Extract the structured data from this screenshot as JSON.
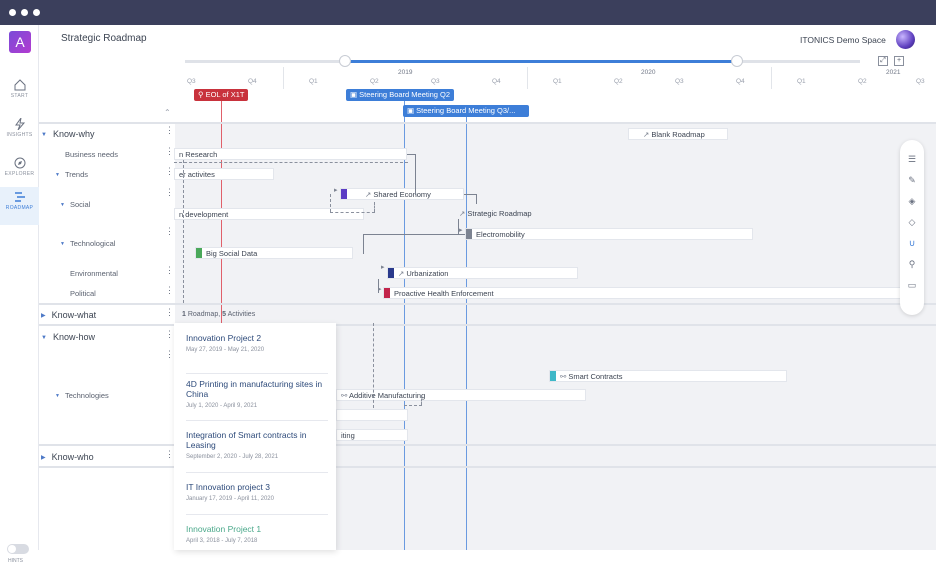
{
  "header": {
    "page_title": "Strategic Roadmap",
    "workspace": "ITONICS Demo Space",
    "logo": "A"
  },
  "sidenav": [
    {
      "label": "START",
      "icon": "home-icon"
    },
    {
      "label": "INSIGHTS",
      "icon": "lightning-icon"
    },
    {
      "label": "EXPLORER",
      "icon": "compass-icon"
    },
    {
      "label": "ROADMAP",
      "icon": "roadmap-icon",
      "active": true
    }
  ],
  "hints_label": "HINTS",
  "timeline": {
    "years": [
      "2019",
      "2020",
      "2021"
    ],
    "quarters": [
      "Q3",
      "Q4",
      "Q1",
      "Q2",
      "Q3",
      "Q4",
      "Q1",
      "Q2",
      "Q3",
      "Q4",
      "Q1",
      "Q2",
      "Q3"
    ],
    "range_fraction_start": 0.237,
    "range_fraction_end": 0.818
  },
  "milestones": [
    {
      "label": "EOL of X1T",
      "color": "#c8323c"
    },
    {
      "label": "Steering Board Meeting Q2",
      "color": "#3d7ed8"
    },
    {
      "label": "Steering Board Meeting Q3/...",
      "color": "#3d7ed8"
    }
  ],
  "groups": {
    "know_why": "Know-why",
    "know_what": "Know-what",
    "know_how": "Know-how",
    "know_who": "Know-who"
  },
  "subrows": {
    "business_needs": "Business needs",
    "trends": "Trends",
    "social": "Social",
    "technological": "Technological",
    "environmental": "Environmental",
    "political": "Political",
    "technologies": "Technologies"
  },
  "bars": {
    "research": "n Research",
    "activities": "er activites",
    "shared_economy": "Shared Economy",
    "development": "n development",
    "strategic_roadmap": "Strategic Roadmap",
    "electromobility": "Electromobility",
    "big_social_data": "Big Social Data",
    "urbanization": "Urbanization",
    "proactive_health": "Proactive Health Enforcement",
    "blank_roadmap": "Blank Roadmap",
    "smart_contracts": "Smart Contracts",
    "additive_manufacturing": "Additive Manufacturing",
    "iting": "iting"
  },
  "summary": {
    "roadmap_count": "1",
    "roadmap_label": "Roadmap,",
    "activity_count": "5",
    "activity_label": "Activities"
  },
  "popup": [
    {
      "title": "Innovation Project 2",
      "dates": "May 27, 2019 - May 21, 2020"
    },
    {
      "title": "4D Printing in manufacturing sites in China",
      "dates": "July 1, 2020 - April 9, 2021"
    },
    {
      "title": "Integration of Smart contracts in Leasing",
      "dates": "September 2, 2020 - July 28, 2021"
    },
    {
      "title": "IT Innovation project 3",
      "dates": "January 17, 2019 - April 11, 2020"
    },
    {
      "title": "Innovation Project 1",
      "dates": "April 3, 2018 - July 7, 2018"
    }
  ],
  "colors": {
    "accent": "#3d7ed8",
    "milestone_red": "#c8323c",
    "purple": "#5b3cc4",
    "gray": "#7c8391",
    "green": "#4aa85a",
    "navy": "#2a3a8c",
    "crimson": "#c2244a",
    "teal": "#3fb8c8",
    "popup_green": "#4aa88a"
  },
  "toolbar_icons": [
    "list-icon",
    "pencil-icon",
    "layers-icon",
    "stack-icon",
    "magnet-icon",
    "search-icon",
    "keyboard-icon"
  ]
}
